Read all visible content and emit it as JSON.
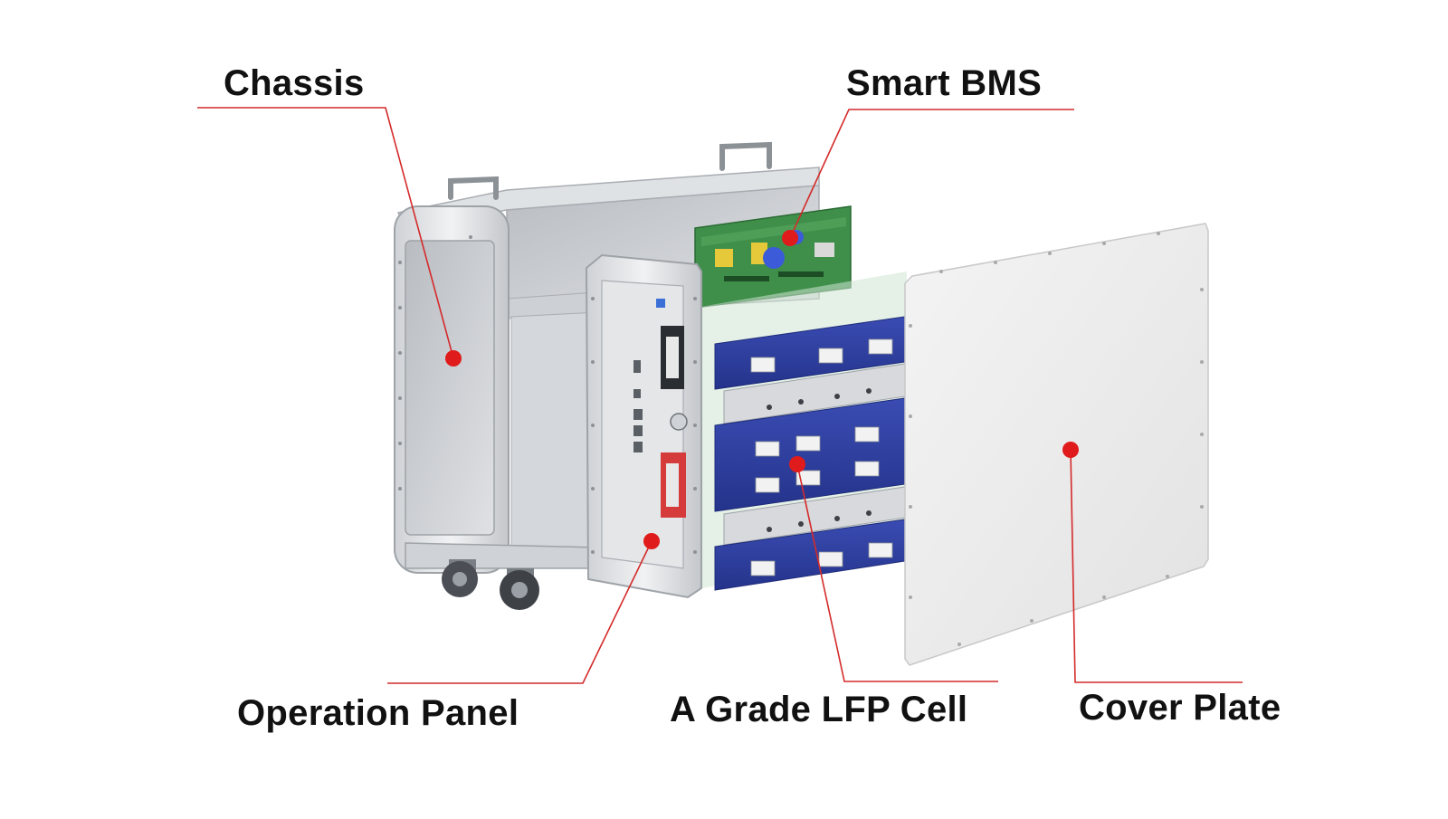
{
  "labels": {
    "chassis": "Chassis",
    "smart_bms": "Smart BMS",
    "operation_panel": "Operation Panel",
    "lfp_cell": "A Grade LFP Cell",
    "cover_plate": "Cover Plate"
  },
  "colors": {
    "leader_line": "#d42a2a",
    "marker_dot": "#e01b1b",
    "label_text": "#111111",
    "steel_light": "#e9ebed",
    "steel_mid": "#c9ccd0",
    "steel_dark": "#9ea3a8",
    "cell_blue": "#2f3f9e",
    "cell_blue_dark": "#1f2c7a",
    "pcb_green": "#3f8f4a",
    "terminal_red": "#d63b3b",
    "cover_plate": "#ececec"
  },
  "icons": [
    "wheel-icon",
    "handle-icon",
    "terminal-icon",
    "screw-icon"
  ]
}
